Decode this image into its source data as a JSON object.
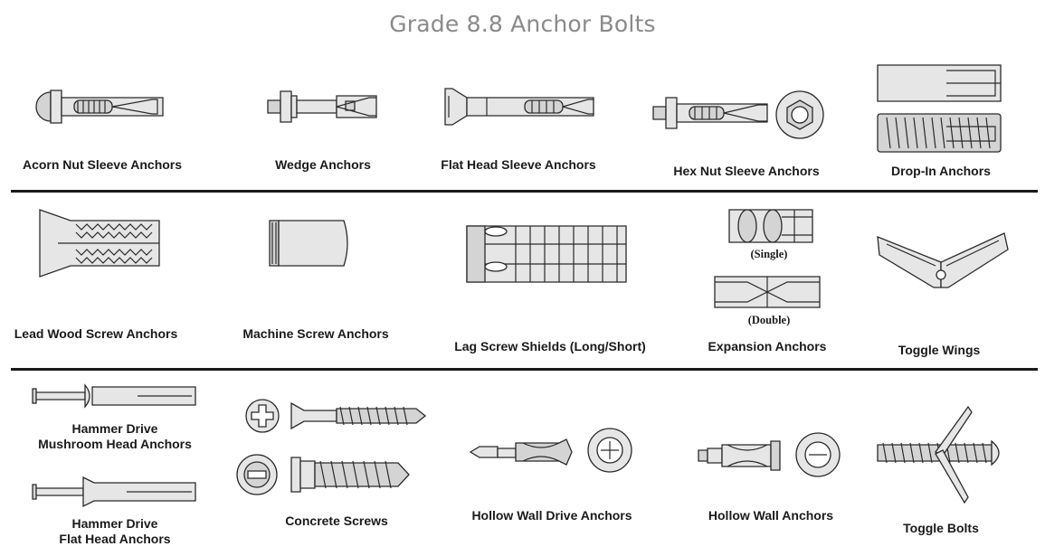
{
  "title": "Grade 8.8 Anchor Bolts",
  "row1": {
    "acorn": "Acorn Nut Sleeve Anchors",
    "wedge": "Wedge Anchors",
    "flathead": "Flat Head Sleeve Anchors",
    "hexnut": "Hex Nut Sleeve Anchors",
    "dropin": "Drop-In Anchors"
  },
  "row2": {
    "leadwood": "Lead Wood Screw Anchors",
    "machine": "Machine Screw Anchors",
    "lag": "Lag Screw Shields (Long/Short)",
    "single": "(Single)",
    "double": "(Double)",
    "expansion": "Expansion Anchors",
    "togglewings": "Toggle Wings"
  },
  "row3": {
    "mushroom_line1": "Hammer Drive",
    "mushroom_line2": "Mushroom Head Anchors",
    "flat_line1": "Hammer Drive",
    "flat_line2": "Flat Head Anchors",
    "concrete": "Concrete Screws",
    "hollowdrive": "Hollow Wall Drive Anchors",
    "hollowwall": "Hollow Wall Anchors",
    "togglebolts": "Toggle Bolts"
  }
}
